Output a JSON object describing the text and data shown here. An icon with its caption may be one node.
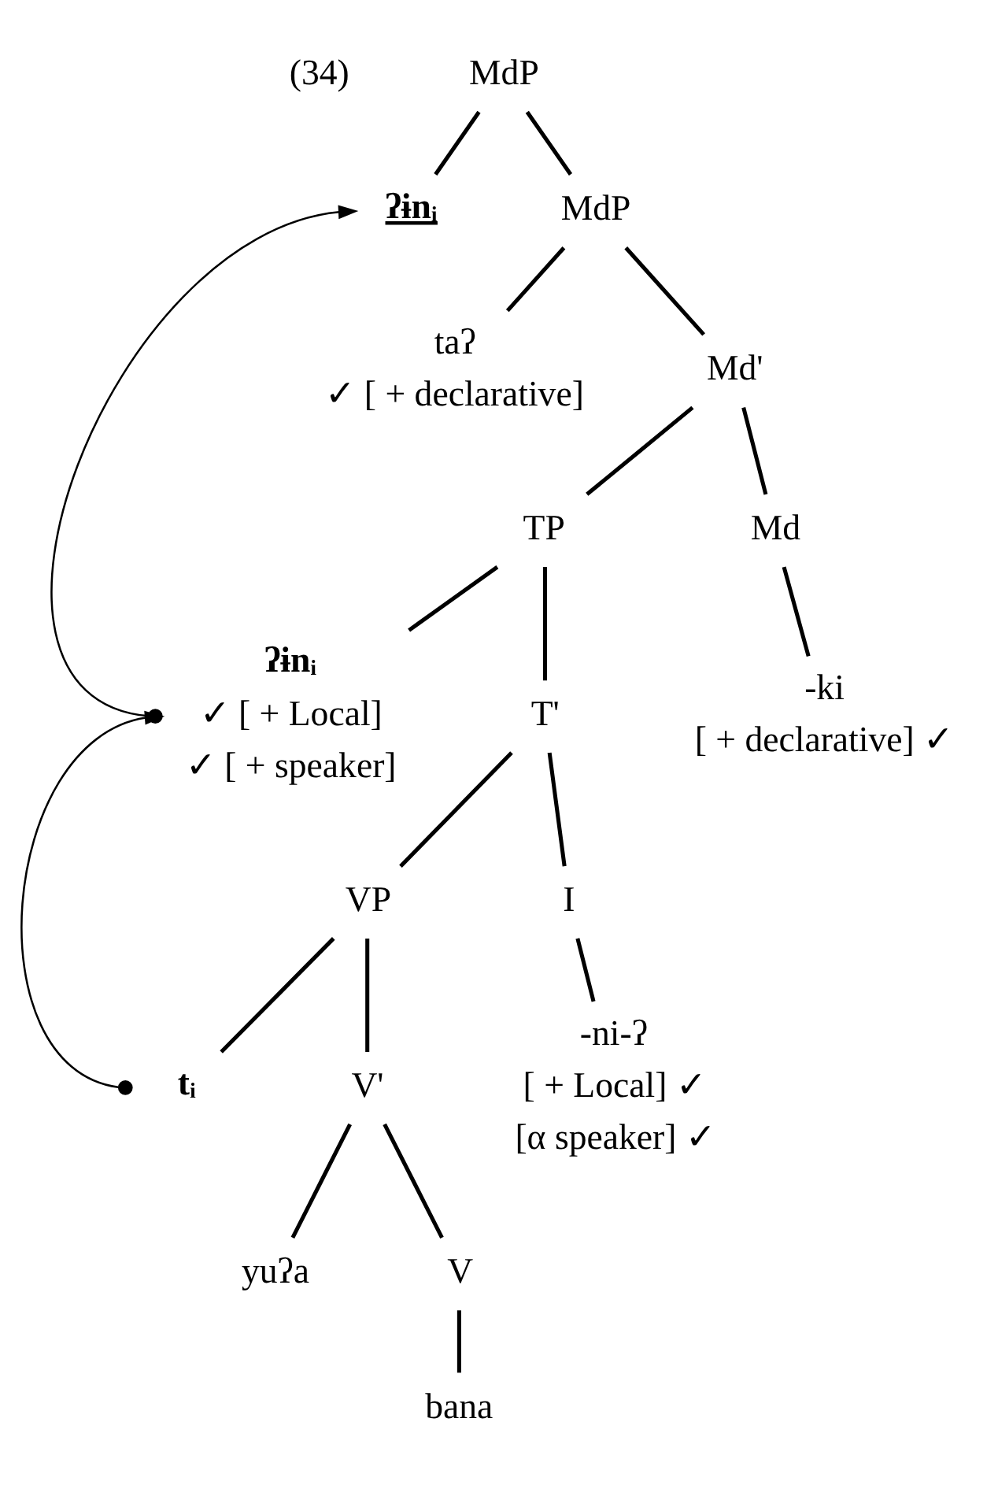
{
  "diagram": {
    "nodes": [
      {
        "text": [
          "MdP"
        ]
      },
      {
        "text": [
          "ʔɨnᵢ"
        ]
      },
      {
        "text": [
          "MdP"
        ]
      },
      {
        "text": [
          "taʔ"
        ],
        "beside": [
          "✓ [ + declarative]"
        ]
      },
      {
        "text": [
          "Md'"
        ]
      },
      {
        "text": [
          "TP"
        ]
      },
      {
        "text": [
          "Md"
        ]
      },
      {
        "text": [
          "-ki"
        ],
        "beside": [
          "[ + declarative] ✓"
        ]
      },
      {
        "text": [
          "ʔɨnᵢ"
        ],
        "beside": [
          "✓ [ + Local]",
          "✓ [ + speaker]"
        ]
      },
      {
        "text": [
          "T'"
        ]
      },
      {
        "text": [
          "VP"
        ]
      },
      {
        "text": [
          "I"
        ]
      },
      {
        "text": [
          "-ni-ʔ"
        ],
        "beside": [
          "[ + Local] ✓",
          "[α speaker] ✓"
        ]
      },
      {
        "text": [
          "tᵢ"
        ]
      },
      {
        "text": [
          "V'"
        ]
      },
      {
        "text": [
          "yuʔa"
        ]
      },
      {
        "text": [
          "V"
        ]
      },
      {
        "text": [
          "bana"
        ]
      }
    ],
    "edges": [
      {
        "from": 0,
        "to": 1,
        "arrow": "none"
      },
      {
        "from": 0,
        "to": 2,
        "arrow": "none"
      },
      {
        "from": 2,
        "to": 3,
        "arrow": "none"
      },
      {
        "from": 2,
        "to": 4,
        "arrow": "none"
      },
      {
        "from": 4,
        "to": 5,
        "arrow": "none"
      },
      {
        "from": 4,
        "to": 6,
        "arrow": "none"
      },
      {
        "from": 6,
        "to": 7,
        "arrow": "none"
      },
      {
        "from": 5,
        "to": 8,
        "arrow": "none"
      },
      {
        "from": 5,
        "to": 9,
        "arrow": "none"
      },
      {
        "from": 9,
        "to": 10,
        "arrow": "none"
      },
      {
        "from": 9,
        "to": 11,
        "arrow": "none"
      },
      {
        "from": 11,
        "to": 12,
        "arrow": "none"
      },
      {
        "from": 10,
        "to": 13,
        "arrow": "none"
      },
      {
        "from": 10,
        "to": 14,
        "arrow": "none"
      },
      {
        "from": 14,
        "to": 15,
        "arrow": "none"
      },
      {
        "from": 14,
        "to": 16,
        "arrow": "none"
      },
      {
        "from": 16,
        "to": 17,
        "arrow": "none"
      },
      {
        "from": 13,
        "to": 8,
        "arrow": "to"
      },
      {
        "from": 8,
        "to": 1,
        "arrow": "to"
      }
    ],
    "labels": [
      "(34)"
    ]
  }
}
